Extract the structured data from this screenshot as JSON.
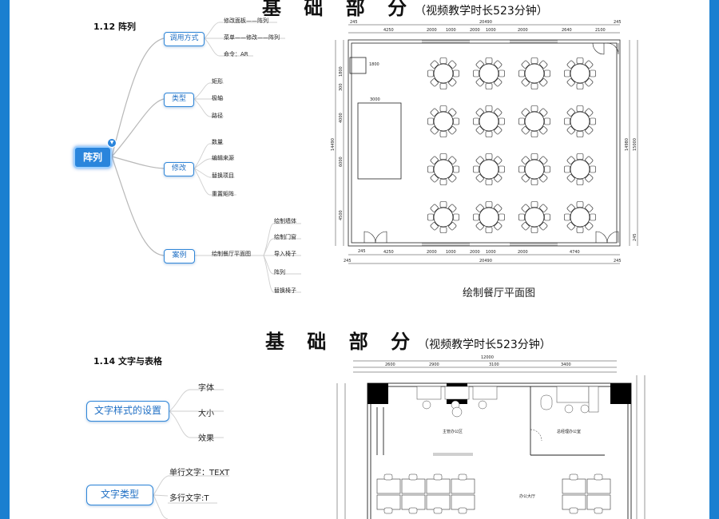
{
  "top": {
    "title": "基 础 部 分",
    "subtitle": "（视频教学时长523分钟）",
    "section": "1.12 阵列",
    "root": "阵列",
    "branches": [
      {
        "label": "调用方式",
        "leaves": [
          "修改面板——阵列",
          "菜单——修改——阵列",
          "命令：AR"
        ]
      },
      {
        "label": "类型",
        "leaves": [
          "矩形",
          "极轴",
          "路径"
        ]
      },
      {
        "label": "修改",
        "leaves": [
          "数量",
          "编辑来源",
          "替换项目",
          "重置矩阵"
        ]
      },
      {
        "label": "案例",
        "leaves": [
          "绘制餐厅平面图"
        ],
        "sub_leaves": [
          "绘制墙体",
          "绘制门窗",
          "导入椅子",
          "阵列",
          "替换椅子"
        ]
      }
    ],
    "plan_caption": "绘制餐厅平面图",
    "plan_dims_top": [
      "245",
      "4250",
      "2000",
      "1000",
      "2000",
      "1000",
      "2000",
      "2640",
      "2100",
      "245"
    ],
    "plan_total": "20490",
    "plan_left_dims": [
      "1800",
      "300",
      "4000",
      "14490",
      "6000",
      "4500",
      "245"
    ],
    "plan_inner": [
      "3000",
      "1800"
    ],
    "plan_right_dims": [
      "14980",
      "15000",
      "245"
    ],
    "plan_bottom_dims": [
      "245",
      "4250",
      "2000",
      "1000",
      "2000",
      "1000",
      "2000",
      "4740",
      "245"
    ],
    "table_rows": 4,
    "table_cols": 4
  },
  "bottom": {
    "title": "基 础 部 分",
    "subtitle": "（视频教学时长523分钟）",
    "section": "1.14 文字与表格",
    "branches": [
      {
        "label": "文字样式的设置",
        "leaves": [
          "字体",
          "大小",
          "效果"
        ]
      },
      {
        "label": "文字类型",
        "leaves": [
          "单行文字：TEXT",
          "多行文字:T"
        ]
      }
    ],
    "plan_rooms": [
      "主管办公区",
      "总经理办公室",
      "办公大厅"
    ],
    "plan_top_total": "12000",
    "plan_top_dims": [
      "2600",
      "2900",
      "3100",
      "3400"
    ]
  }
}
